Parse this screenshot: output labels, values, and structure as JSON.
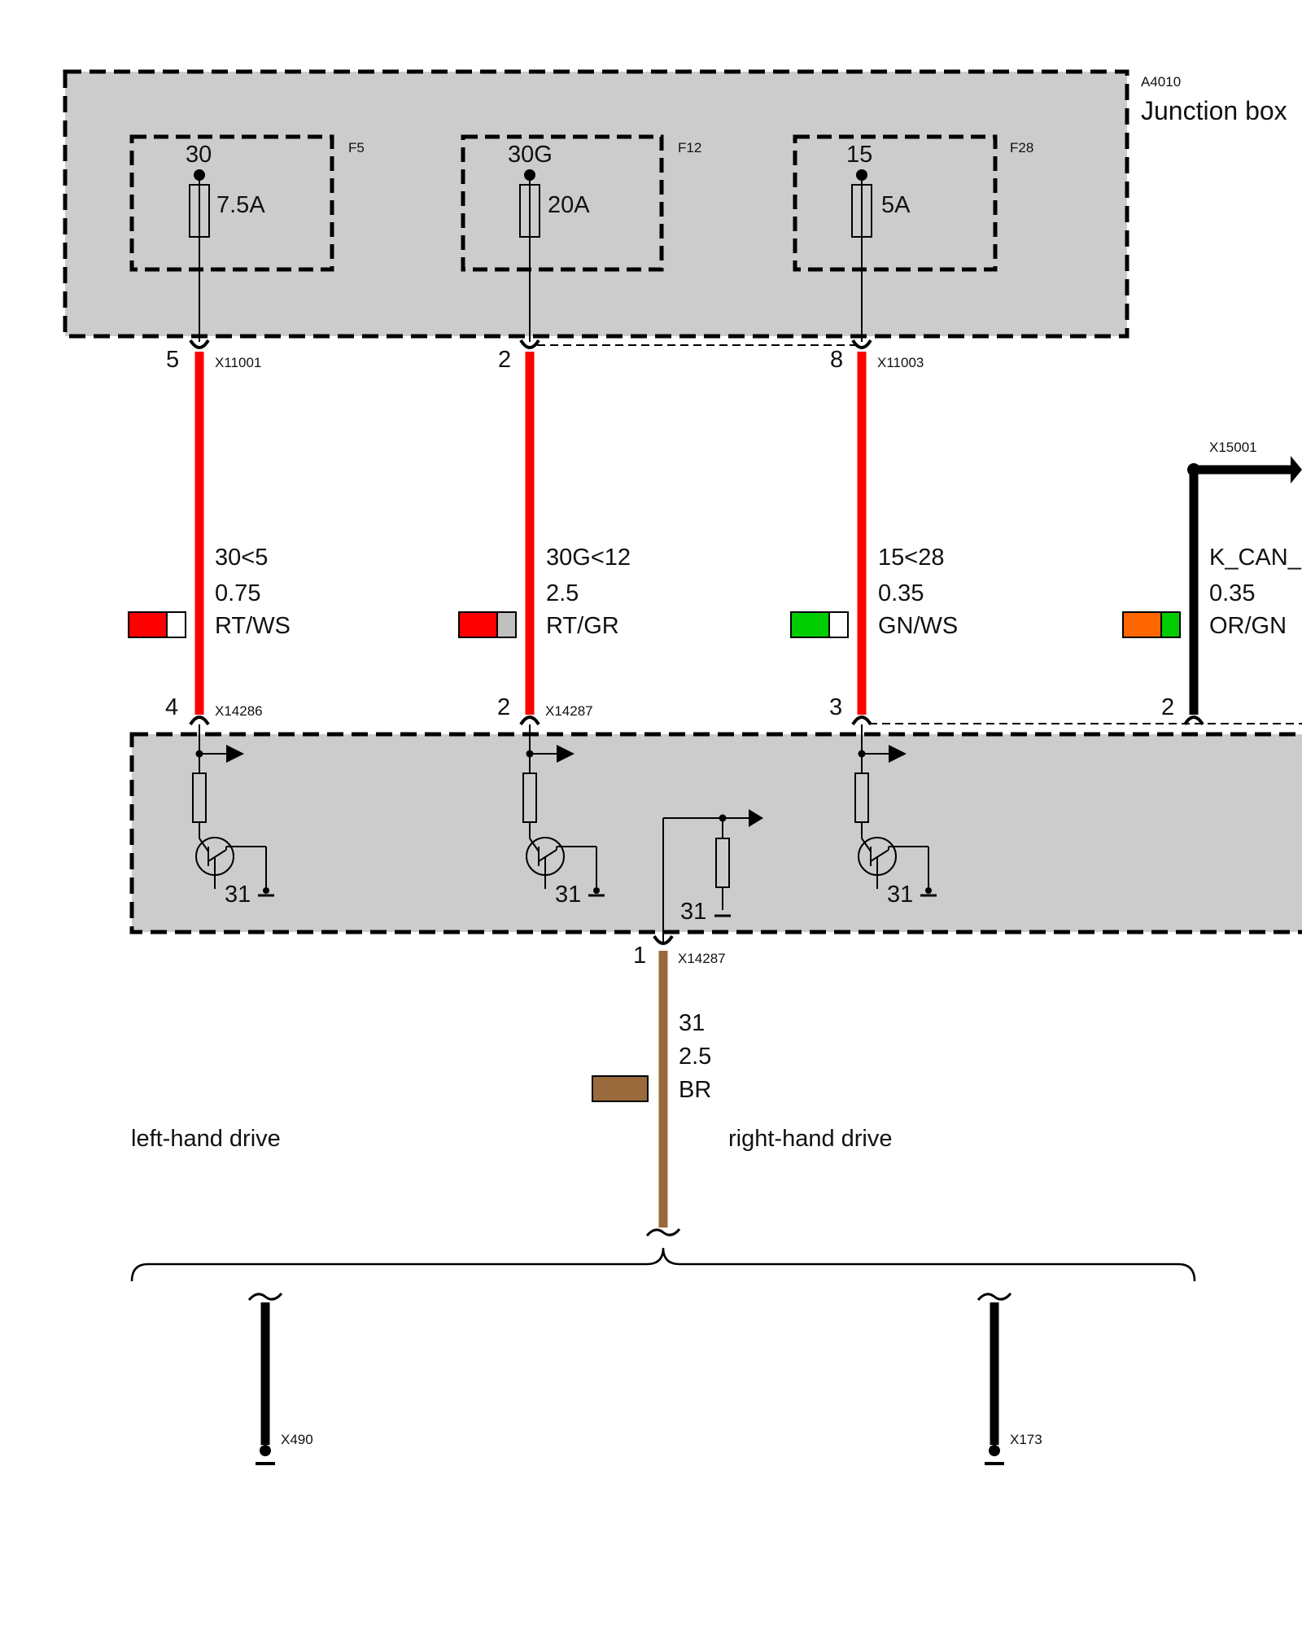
{
  "colors": {
    "box_fill": "#cccccc",
    "wire_red": "#ff0000",
    "wire_brown": "#9b6a3c",
    "wire_black": "#000000",
    "swatch_white": "#ffffff",
    "swatch_grey": "#c0c0c0",
    "swatch_green": "#00cc00",
    "swatch_orange": "#ff6600"
  },
  "junction_box": {
    "id": "A4010",
    "name": "Junction box",
    "fuses": [
      {
        "ref": "F5",
        "terminal": "30",
        "rating": "7.5A"
      },
      {
        "ref": "F12",
        "terminal": "30G",
        "rating": "20A"
      },
      {
        "ref": "F28",
        "terminal": "15",
        "rating": "5A"
      }
    ]
  },
  "upper_connectors": [
    {
      "pin": "5",
      "ref": "X11001"
    },
    {
      "pin": "2",
      "ref": ""
    },
    {
      "pin": "8",
      "ref": "X11003"
    }
  ],
  "wires": [
    {
      "signal": "30<5",
      "gauge": "0.75",
      "color_code": "RT/WS"
    },
    {
      "signal": "30G<12",
      "gauge": "2.5",
      "color_code": "RT/GR"
    },
    {
      "signal": "15<28",
      "gauge": "0.35",
      "color_code": "GN/WS"
    },
    {
      "signal": "K_CAN_",
      "gauge": "0.35",
      "color_code": "OR/GN"
    }
  ],
  "can_connector": {
    "ref": "X15001"
  },
  "lower_connectors": [
    {
      "pin": "4",
      "ref": "X14286"
    },
    {
      "pin": "2",
      "ref": "X14287"
    },
    {
      "pin": "3",
      "ref": ""
    },
    {
      "pin": "2",
      "ref": ""
    }
  ],
  "module": {
    "ground_labels": [
      "31",
      "31",
      "31",
      "31"
    ]
  },
  "ground_connector": {
    "pin": "1",
    "ref": "X14287"
  },
  "ground_wire": {
    "signal": "31",
    "gauge": "2.5",
    "color_code": "BR"
  },
  "variants": {
    "left": "left-hand drive",
    "right": "right-hand drive"
  },
  "ground_points": [
    {
      "ref": "X490"
    },
    {
      "ref": "X173"
    }
  ]
}
